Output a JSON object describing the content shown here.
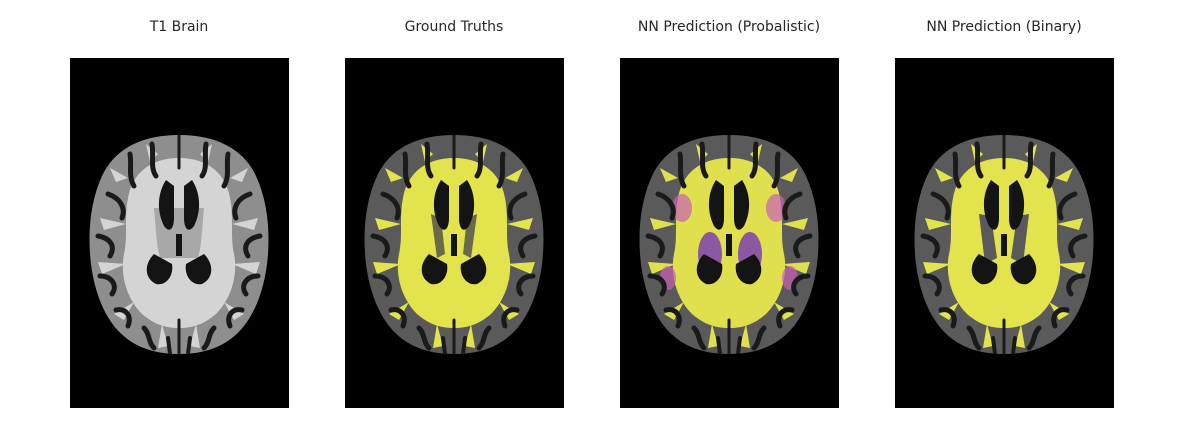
{
  "figure": {
    "panels": [
      {
        "title": "T1 Brain"
      },
      {
        "title": "Ground Truths"
      },
      {
        "title": "NN Prediction (Probalistic)"
      },
      {
        "title": "NN Prediction (Binary)"
      }
    ]
  },
  "colors": {
    "background": "#000000",
    "gray_matter": "#9a9a9a",
    "white_matter_t1": "#dcdcdc",
    "mask_yellow": "#e6e64f",
    "prob_purple": "#7b3fb0",
    "prob_pink": "#c75fb6"
  }
}
